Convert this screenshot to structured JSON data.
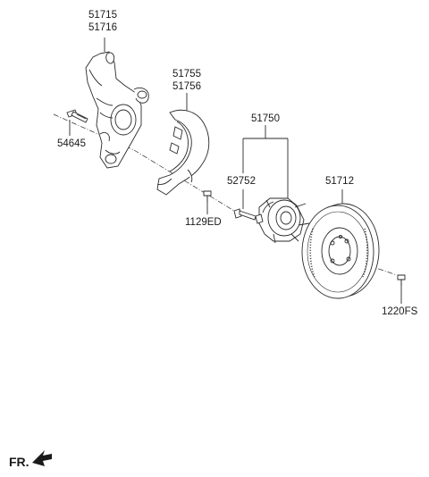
{
  "labels": {
    "knuckle_1": "51715",
    "knuckle_2": "51716",
    "bolt_54645": "54645",
    "dust_cover_1": "51755",
    "dust_cover_2": "51756",
    "screw_1129ed": "1129ED",
    "hub_assy": "51750",
    "hub_bolt": "52752",
    "disc": "51712",
    "screw_1220fs": "1220FS"
  },
  "direction": {
    "text": "FR."
  },
  "colors": {
    "line": "#2a2a2a",
    "fill": "#ffffff",
    "shade": "#d9d9d9"
  }
}
